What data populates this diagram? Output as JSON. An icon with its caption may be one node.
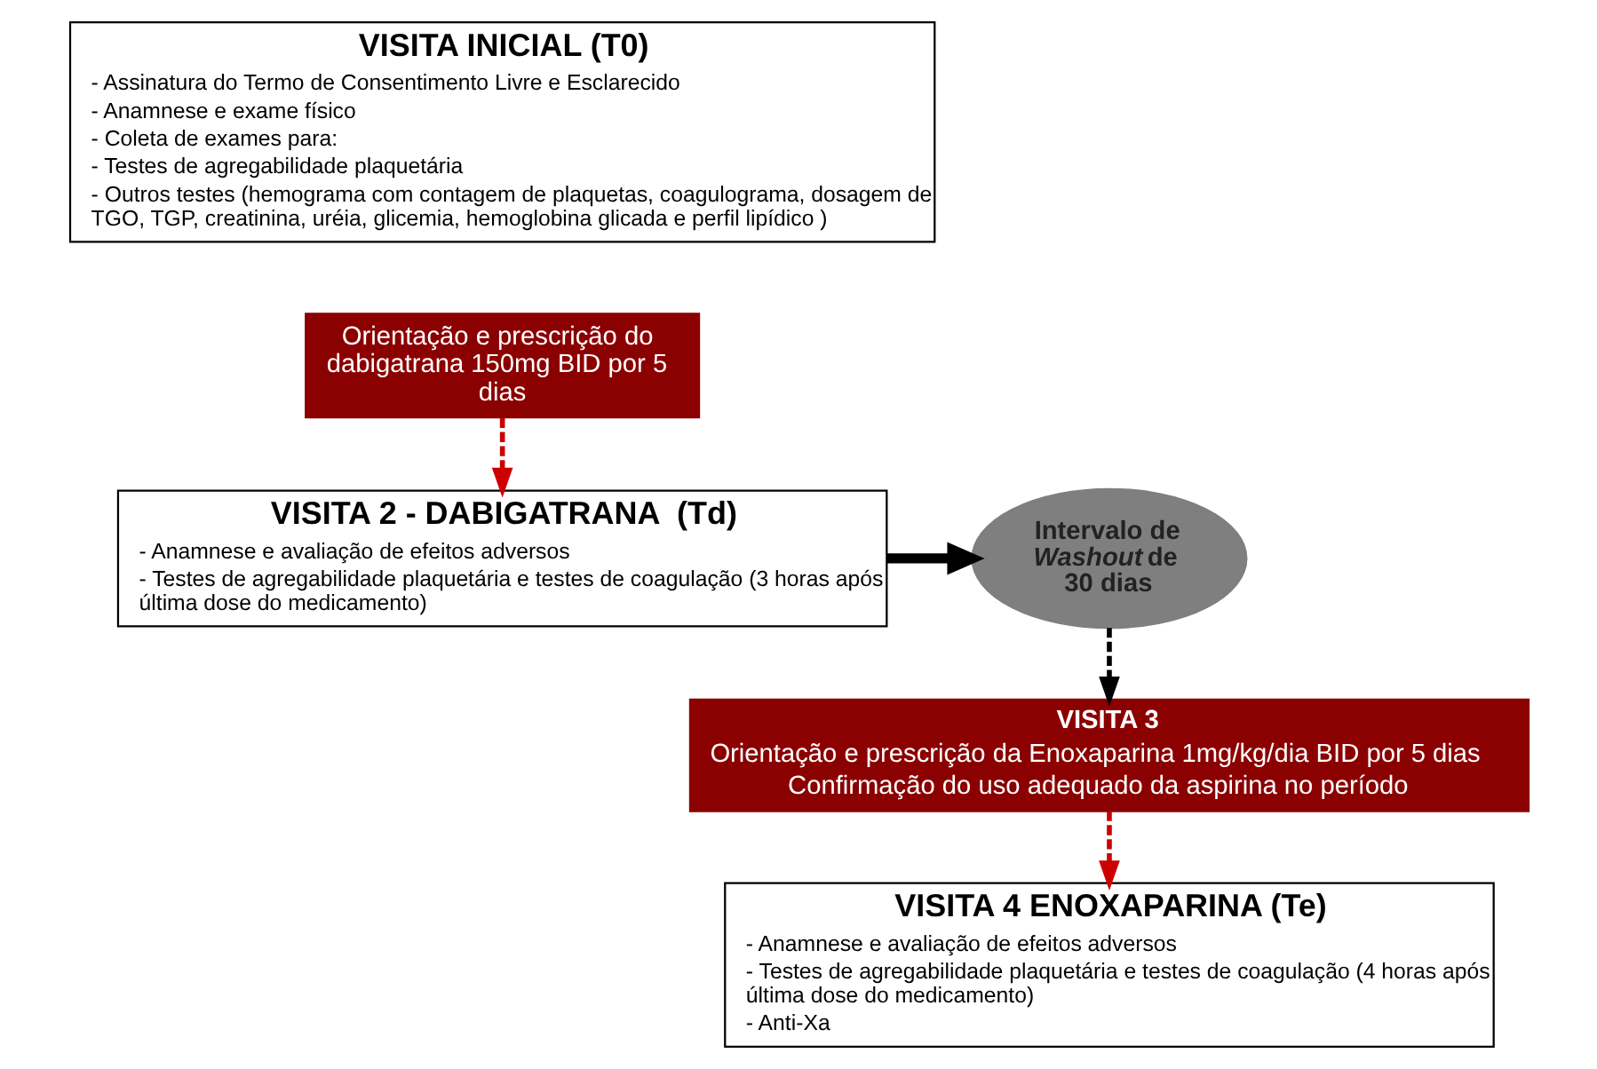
{
  "diagram": {
    "nodes": [
      {
        "text": [
          "VISITA INICIAL (T0)",
          "- Assinatura do Termo de Consentimento Livre e Esclarecido",
          "- Anamnese e exame físico",
          "- Coleta de exames para:",
          "- Testes de agregabilidade plaquetária",
          "- Outros testes (hemograma com contagem de plaquetas, coagulograma, dosagem de TGO, TGP, creatinina, uréia, glicemia, hemoglobina glicada e perfil lipídico )"
        ]
      },
      {
        "text": [
          "Orientação e prescrição do dabigatrana 150mg BID por 5 dias"
        ]
      },
      {
        "text": [
          "VISITA 2 - DABIGATRANA  (Td)",
          "- Anamnese e avaliação de efeitos adversos",
          "- Testes de agregabilidade plaquetária e testes de coagulação (3 horas após última dose do medicamento)"
        ]
      },
      {
        "text": [
          "Intervalo de *Washout* de 30 dias"
        ]
      },
      {
        "text": [
          "VISITA 3",
          "Orientação e prescrição da Enoxaparina 1mg/kg/dia BID por 5 dias",
          "Confirmação do uso adequado da aspirina no período"
        ]
      },
      {
        "text": [
          "VISITA 4 ENOXAPARINA (Te)",
          "- Anamnese e avaliação de efeitos adversos",
          "- Testes de agregabilidade plaquetária e testes de coagulação (4 horas após última dose do medicamento)",
          "- Anti-Xa"
        ]
      }
    ],
    "edges": [
      {
        "from": 1,
        "to": 2,
        "arrow": "to",
        "style": "dashed",
        "color": "#cc0000"
      },
      {
        "from": 2,
        "to": 3,
        "arrow": "to",
        "style": "thick",
        "color": "#000000"
      },
      {
        "from": 3,
        "to": 4,
        "arrow": "to",
        "style": "dashed",
        "color": "#000000"
      },
      {
        "from": 4,
        "to": 5,
        "arrow": "to",
        "style": "dashed",
        "color": "#cc0000"
      }
    ]
  }
}
